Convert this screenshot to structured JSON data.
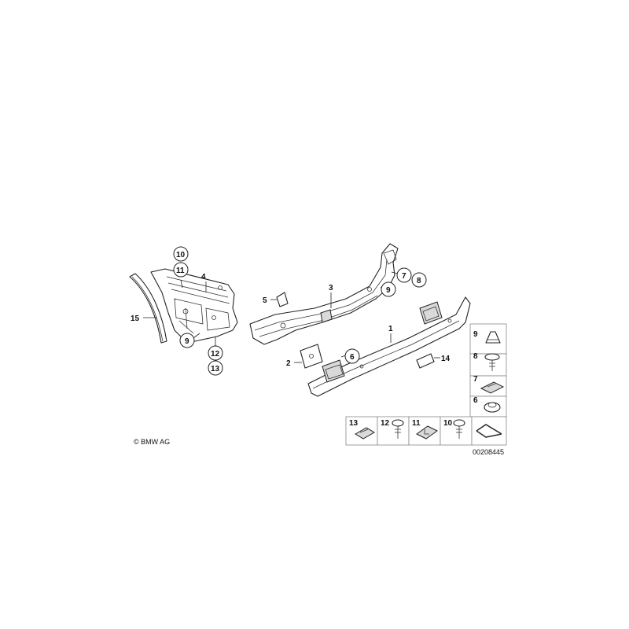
{
  "copyright": "© BMW AG",
  "diagram_id": "00208445",
  "callouts": {
    "c1": "1",
    "c2": "2",
    "c3": "3",
    "c4": "4",
    "c5": "5",
    "c6": "6",
    "c7": "7",
    "c8": "8",
    "c9a": "9",
    "c9b": "9",
    "c10": "10",
    "c11": "11",
    "c12": "12",
    "c13": "13",
    "c14": "14",
    "c15": "15"
  },
  "legend": {
    "r9": "9",
    "r8": "8",
    "r7": "7",
    "r6": "6",
    "b13": "13",
    "b12": "12",
    "b11": "11",
    "b10": "10"
  }
}
